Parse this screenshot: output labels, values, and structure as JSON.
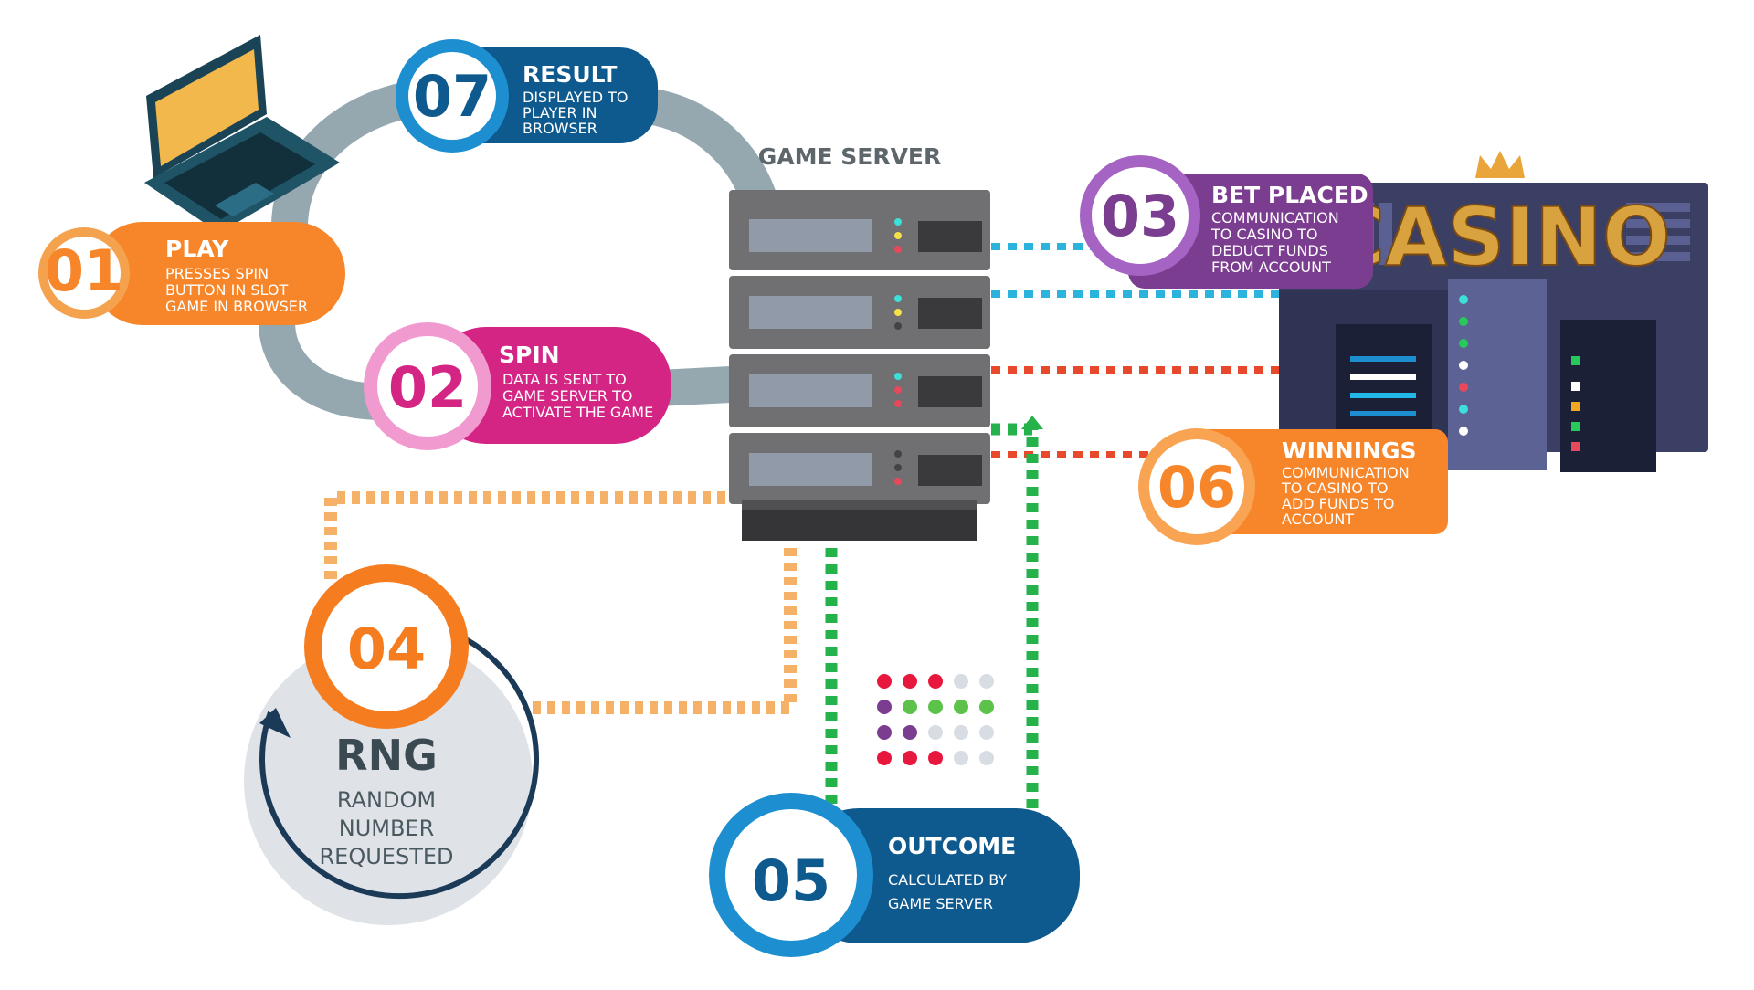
{
  "server_label": "GAME SERVER",
  "casino_sign": "CASINO",
  "steps": {
    "s01": {
      "num": "01",
      "title": "PLAY",
      "lines": [
        "PRESSES SPIN",
        "BUTTON IN SLOT",
        "GAME IN BROWSER"
      ]
    },
    "s02": {
      "num": "02",
      "title": "SPIN",
      "lines": [
        "DATA IS SENT TO",
        "GAME SERVER TO",
        "ACTIVATE THE GAME"
      ]
    },
    "s03": {
      "num": "03",
      "title": "BET PLACED",
      "lines": [
        "COMMUNICATION",
        "TO CASINO TO",
        "DEDUCT FUNDS",
        "FROM ACCOUNT"
      ]
    },
    "s04": {
      "num": "04",
      "title": "RNG",
      "lines": [
        "RANDOM",
        "NUMBER",
        "REQUESTED"
      ]
    },
    "s05": {
      "num": "05",
      "title": "OUTCOME",
      "lines": [
        "CALCULATED BY",
        "GAME SERVER"
      ]
    },
    "s06": {
      "num": "06",
      "title": "WINNINGS",
      "lines": [
        "COMMUNICATION",
        "TO CASINO TO",
        "ADD FUNDS TO",
        "ACCOUNT"
      ]
    },
    "s07": {
      "num": "07",
      "title": "RESULT",
      "lines": [
        "DISPLAYED TO",
        "PLAYER IN",
        "BROWSER"
      ]
    }
  },
  "colors": {
    "orange": "#f7862a",
    "pink": "#d42585",
    "purple": "#7b3d8f",
    "blue": "#0e5a8e",
    "server": "#6f6f71",
    "loop": "#95a8b0",
    "casino_bg": "#3a3f63",
    "rng_circle": "#dfe3e8"
  }
}
